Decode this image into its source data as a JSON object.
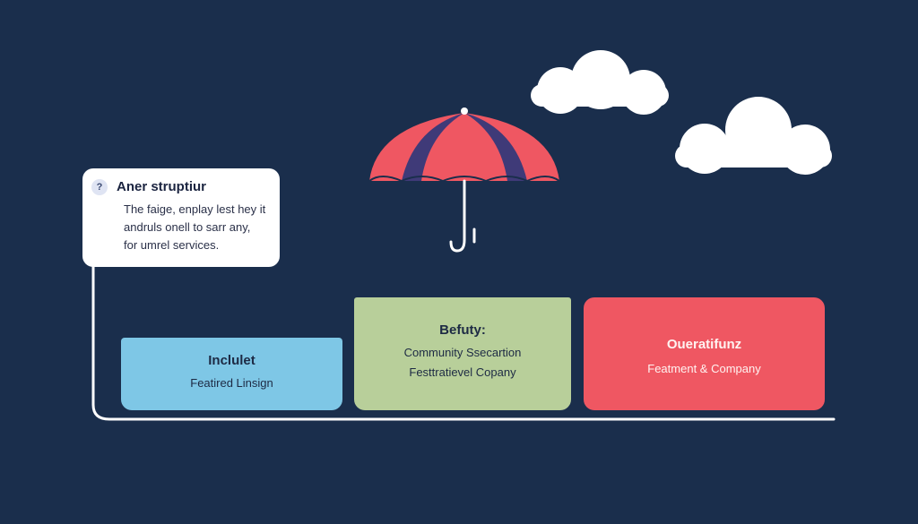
{
  "callout": {
    "badge": "?",
    "title": "Aner struptiur",
    "lines": [
      "The faige, enplay lest hey it",
      "andruls onell to sarr any,",
      "for umrel services."
    ]
  },
  "cards": [
    {
      "title": "Inclulet",
      "lines": [
        "Featired Linsign"
      ]
    },
    {
      "title": "Befuty:",
      "lines": [
        "Community Ssecartion",
        "Festtratievel Copany"
      ]
    },
    {
      "title": "Oueratifunz",
      "lines": [
        "Featment & Company"
      ]
    }
  ],
  "colors": {
    "background": "#1a2e4c",
    "umbrella_red": "#ef5762",
    "umbrella_purple": "#3f3a78",
    "card_blue": "#7ec7e6",
    "card_green": "#b8cf9a",
    "card_red": "#ef5762",
    "cloud": "#ffffff",
    "connector": "#ffffff"
  },
  "icons": {
    "umbrella": "umbrella-icon",
    "clouds": [
      "cloud-icon",
      "cloud-icon"
    ]
  }
}
